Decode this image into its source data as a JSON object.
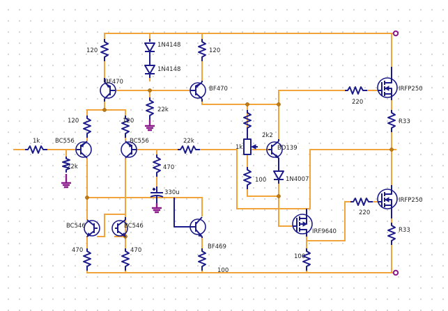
{
  "colors": {
    "wire": "#f0a43a",
    "component": "#1a1a8a",
    "ground": "#8a1a8a",
    "junction": "#c07a10"
  },
  "labels": {
    "r_top1": "120",
    "d1": "1N4148",
    "d2": "1N4148",
    "r_top2": "120",
    "q_bf470_left": "BF470",
    "q_bf470_right": "BF470",
    "r_22k_mid": "22k",
    "r_120_a": "120",
    "r_120_b": "120",
    "r_1k_in": "1k",
    "q_bc556_left": "BC556",
    "q_bc556_right": "BC556",
    "r_22k_left": "22k",
    "r_470_mid": "470",
    "cap": "330u",
    "r_22k_fb": "22k",
    "pot_1k": "1k",
    "r_2k2": "2k2",
    "q_bd139": "BD139",
    "r_100_mid": "100",
    "d_1n4007": "1N4007",
    "r_220_top": "220",
    "q_irfp250_top": "IRFP250",
    "r_r33_top": "R33",
    "q_bc546_left": "BC546",
    "q_bc546_right": "BC546",
    "q_bf469": "BF469",
    "r_470_left": "470",
    "r_470_right": "470",
    "r_100_bottom": "100",
    "q_irf9640": "IRF9640",
    "r_100_src": "100",
    "r_220_bot": "220",
    "q_irfp250_bot": "IRFP250",
    "r_r33_bot": "R33"
  }
}
